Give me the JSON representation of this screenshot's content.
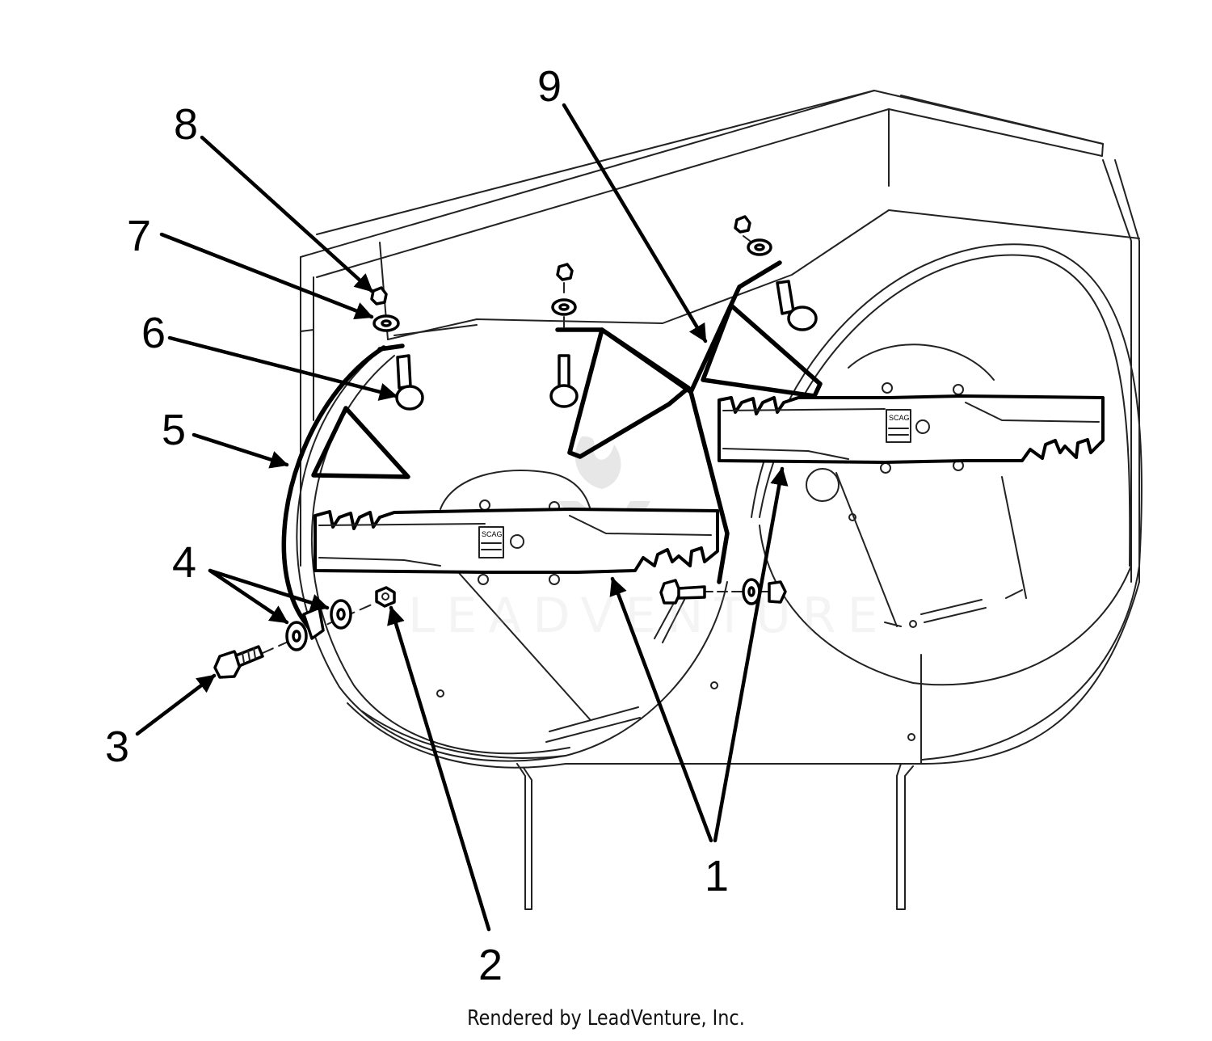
{
  "diagram": {
    "callouts": [
      {
        "id": "1",
        "label": "1"
      },
      {
        "id": "2",
        "label": "2"
      },
      {
        "id": "3",
        "label": "3"
      },
      {
        "id": "4",
        "label": "4"
      },
      {
        "id": "5",
        "label": "5"
      },
      {
        "id": "6",
        "label": "6"
      },
      {
        "id": "7",
        "label": "7"
      },
      {
        "id": "8",
        "label": "8"
      },
      {
        "id": "9",
        "label": "9"
      }
    ],
    "blade_brand": "SCAG",
    "watermark": "LEADVENTURE",
    "credit": "Rendered by LeadVenture, Inc."
  }
}
